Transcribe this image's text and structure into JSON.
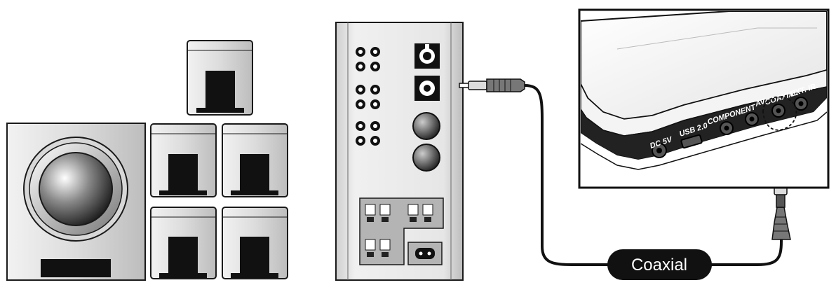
{
  "diagram": {
    "cable_label": "Coaxial",
    "port_labels": {
      "dc": "DC 5V",
      "usb": "USB 2.0",
      "component": "COMPONENT",
      "av": "AV",
      "coaxial": "COAXIAL",
      "ext_ir": "EXT. IR"
    }
  },
  "colors": {
    "outline": "#1a1a1a",
    "cable": "#111111",
    "label_bg": "#111111",
    "label_text": "#ffffff"
  }
}
